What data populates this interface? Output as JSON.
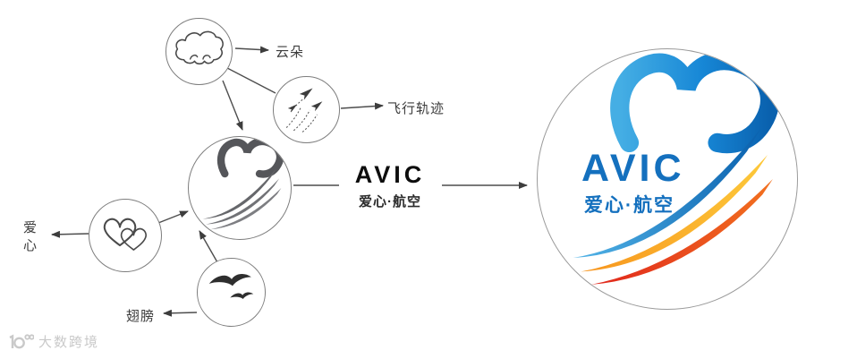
{
  "page": {
    "background": "#ffffff"
  },
  "diagram": {
    "element_labels": {
      "cloud": "云朵",
      "flight_trail": "飞行轨迹",
      "love_heart": "爱心",
      "wings": "翅膀"
    },
    "draft_logo_text": {
      "brand": "AVIC",
      "tagline": "爱心·航空"
    }
  },
  "final_logo": {
    "brand": "AVIC",
    "tagline": "爱心·航空",
    "colors": {
      "heart_blue_light": "#45aee4",
      "heart_blue": "#1787d6",
      "heart_blue_deep": "#0a61ae",
      "trail_orange": "#f7941d",
      "trail_yellow": "#fdc93a",
      "trail_red": "#e0251c",
      "trail_orange_red": "#f2711f",
      "text_blue": "#1470be",
      "draft_gray": "#58595c"
    }
  },
  "icons": {
    "cloud": "cloud-icon",
    "flight_trail": "paper-plane-icon",
    "love_heart": "double-heart-icon",
    "wings": "birds-icon",
    "logo": "heart-swoosh-logo"
  },
  "watermark": {
    "text": "大数跨境"
  }
}
